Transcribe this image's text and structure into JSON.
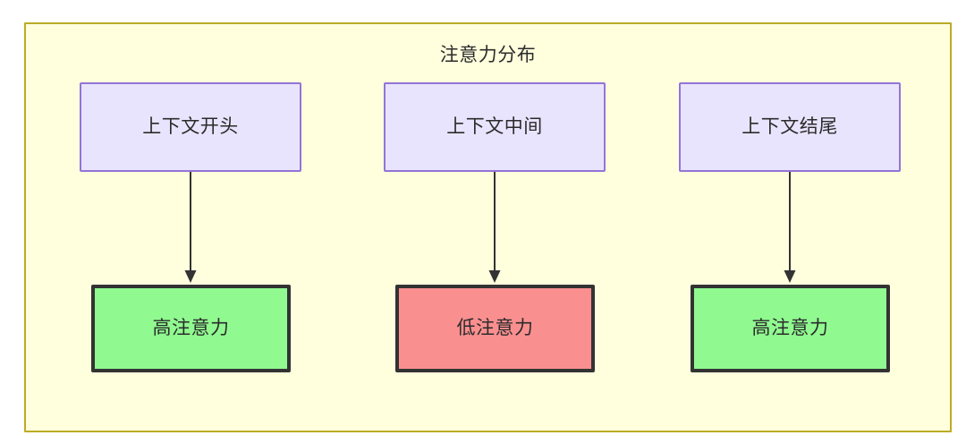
{
  "diagram": {
    "title": "注意力分布",
    "container": {
      "fill": "#ffffde",
      "stroke": "#bbab24"
    },
    "context_nodes": [
      {
        "id": "context-start",
        "label": "上下文开头",
        "fill": "#e9e4fd",
        "stroke": "#9274d8"
      },
      {
        "id": "context-middle",
        "label": "上下文中间",
        "fill": "#e9e4fd",
        "stroke": "#9274d8"
      },
      {
        "id": "context-end",
        "label": "上下文结尾",
        "fill": "#e9e4fd",
        "stroke": "#9274d8"
      }
    ],
    "attention_nodes": [
      {
        "id": "attention-high-start",
        "label": "高注意力",
        "fill": "#90fa90",
        "stroke": "#333333"
      },
      {
        "id": "attention-low-middle",
        "label": "低注意力",
        "fill": "#fa8f8f",
        "stroke": "#333333"
      },
      {
        "id": "attention-high-end",
        "label": "高注意力",
        "fill": "#90fa90",
        "stroke": "#333333"
      }
    ],
    "edges": [
      {
        "from": "上下文开头",
        "to": "高注意力",
        "style": "arrow-down"
      },
      {
        "from": "上下文中间",
        "to": "低注意力",
        "style": "arrow-down"
      },
      {
        "from": "上下文结尾",
        "to": "高注意力",
        "style": "arrow-down"
      }
    ]
  }
}
